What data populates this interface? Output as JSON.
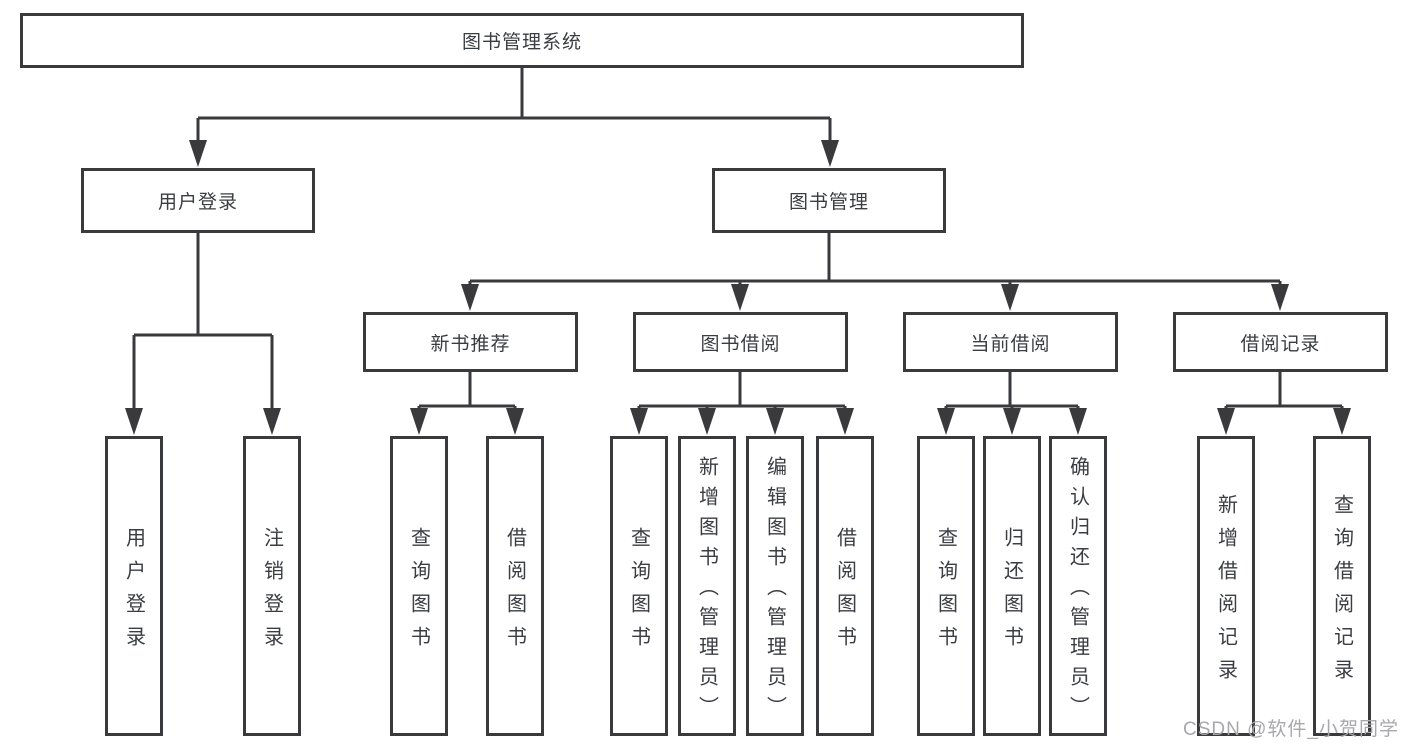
{
  "diagram": {
    "root": {
      "label": "图书管理系统"
    },
    "branches": [
      {
        "label": "用户登录",
        "children": [
          {
            "label": "用户登录"
          },
          {
            "label": "注销登录"
          }
        ]
      },
      {
        "label": "图书管理",
        "children": [
          {
            "label": "新书推荐",
            "children": [
              {
                "label": "查询图书"
              },
              {
                "label": "借阅图书"
              }
            ]
          },
          {
            "label": "图书借阅",
            "children": [
              {
                "label": "查询图书"
              },
              {
                "label": "新增图书（管理员）"
              },
              {
                "label": "编辑图书（管理员）"
              },
              {
                "label": "借阅图书"
              }
            ]
          },
          {
            "label": "当前借阅",
            "children": [
              {
                "label": "查询图书"
              },
              {
                "label": "归还图书"
              },
              {
                "label": "确认归还（管理员）"
              }
            ]
          },
          {
            "label": "借阅记录",
            "children": [
              {
                "label": "新增借阅记录"
              },
              {
                "label": "查询借阅记录"
              }
            ]
          }
        ]
      }
    ],
    "watermark": "CSDN @软件_小贺同学",
    "colors": {
      "line": "#3a3a3c",
      "text": "#3a3d42",
      "box_fill": "#ffffff",
      "background": "#ffffff",
      "watermark": "#a8a8ac"
    }
  }
}
